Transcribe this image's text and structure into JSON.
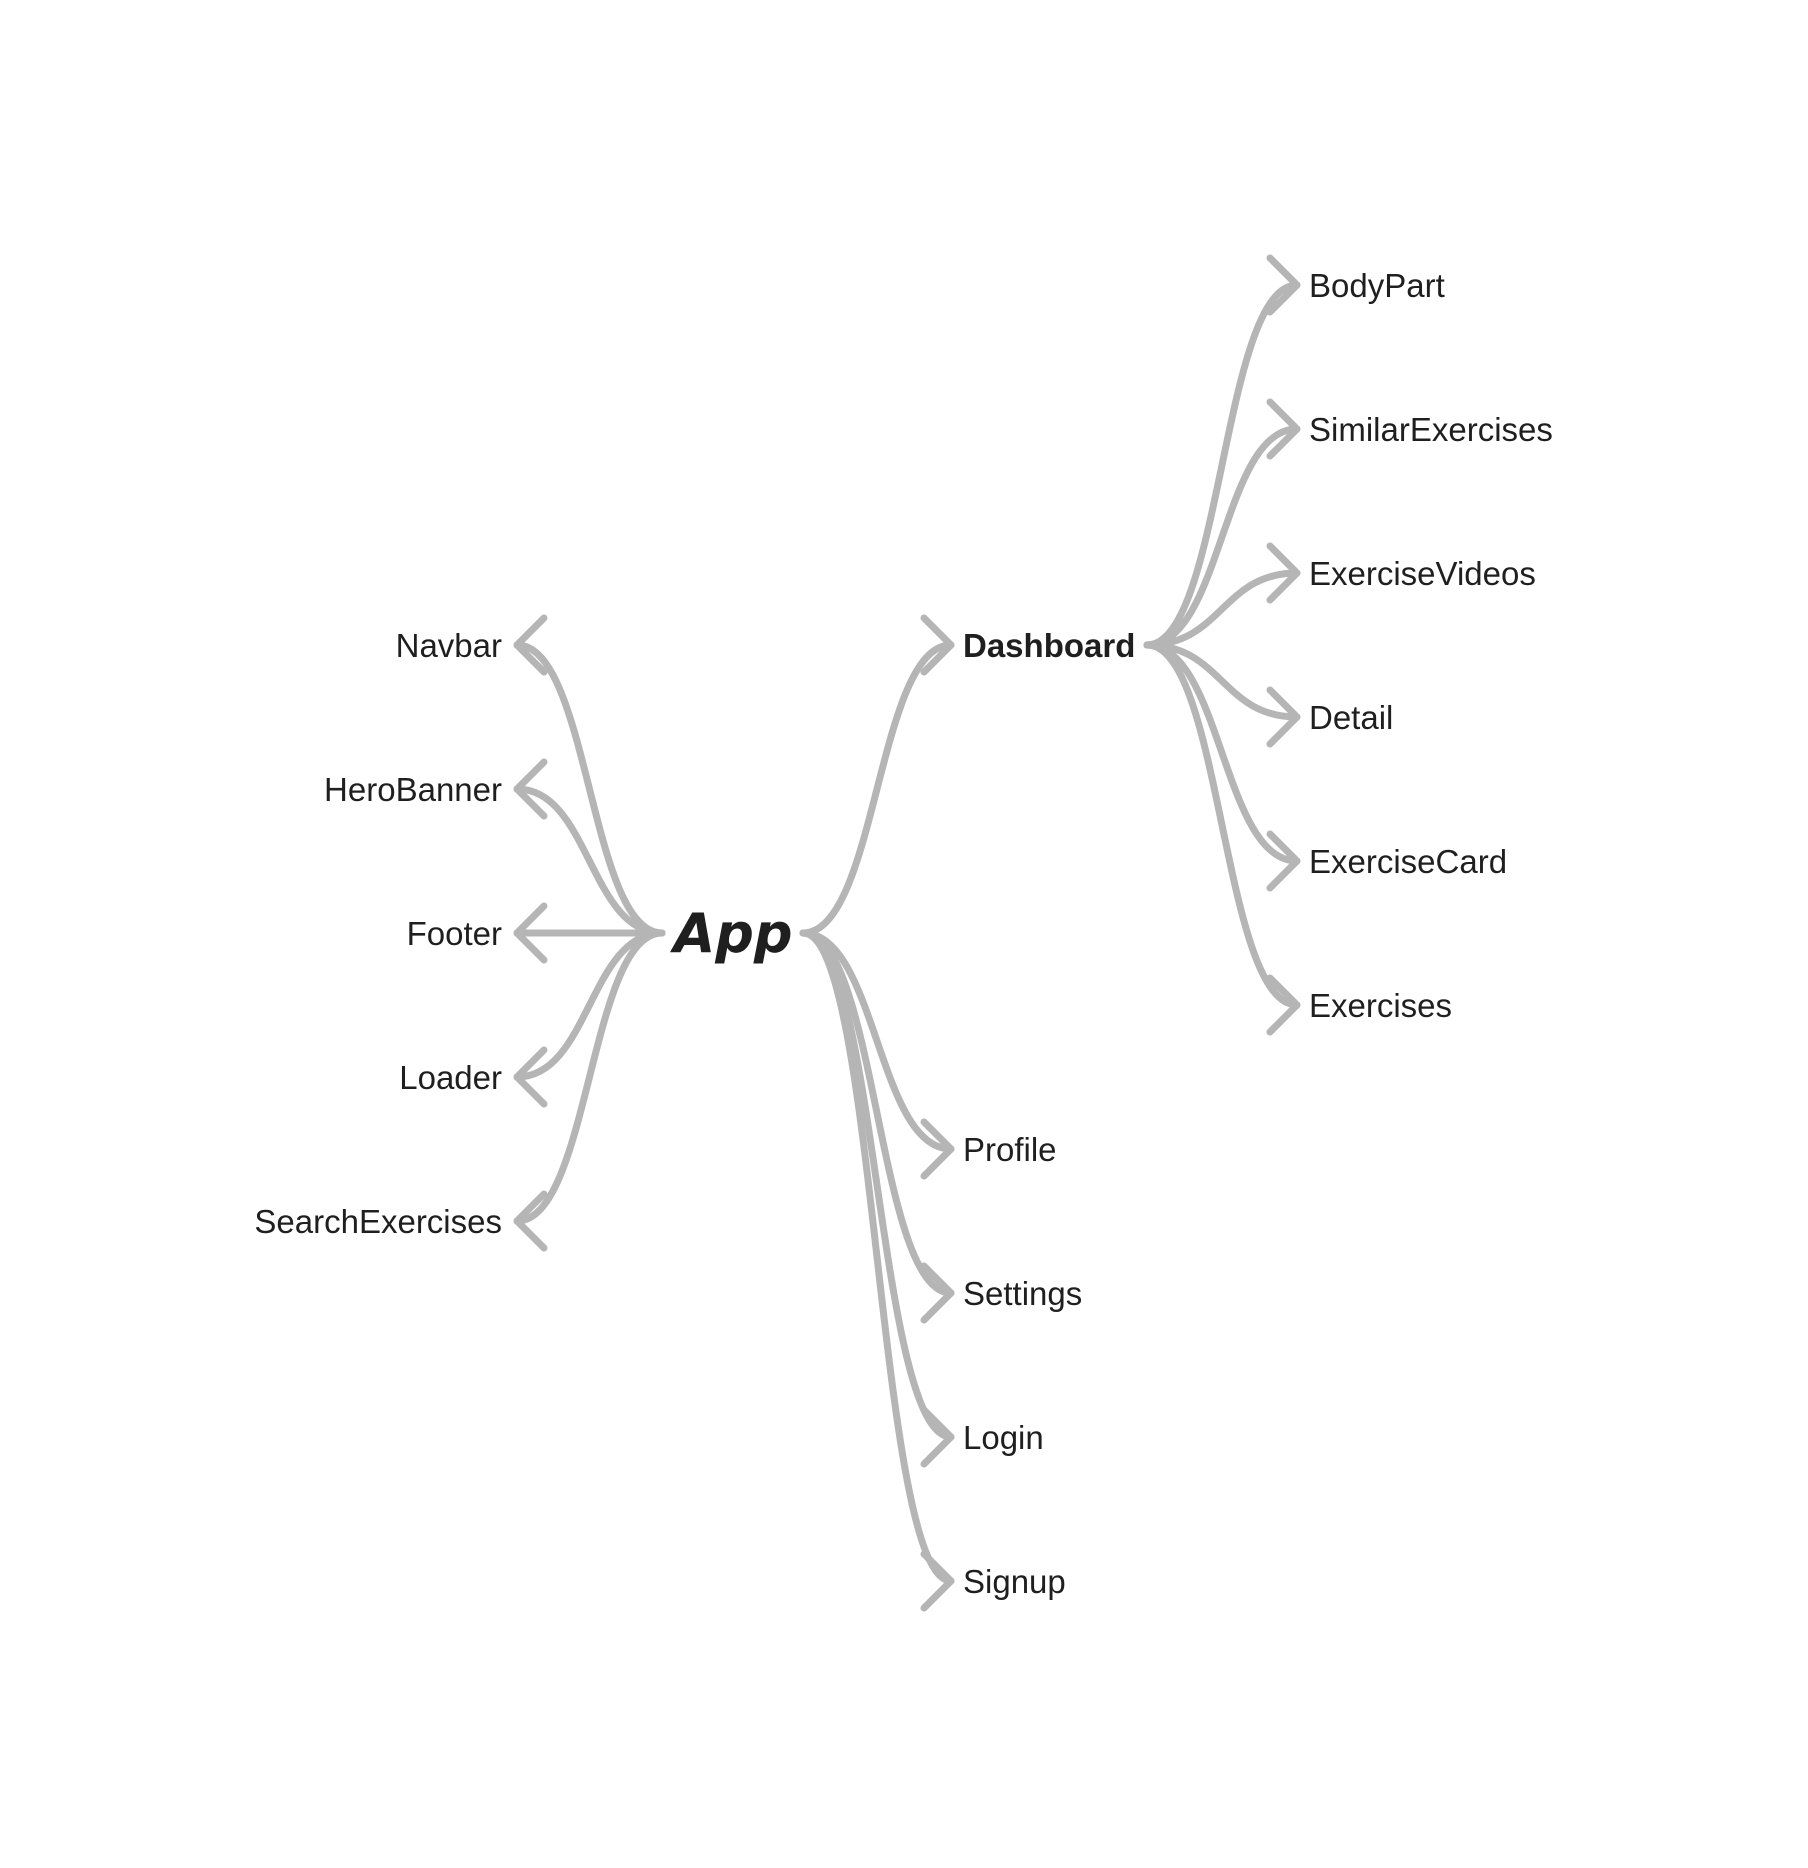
{
  "diagram": {
    "root": "App",
    "left_children": [
      "Navbar",
      "HeroBanner",
      "Footer",
      "Loader",
      "SearchExercises"
    ],
    "right_children": [
      "Dashboard",
      "Profile",
      "Settings",
      "Login",
      "Signup"
    ],
    "dashboard_children": [
      "BodyPart",
      "SimilarExercises",
      "ExerciseVideos",
      "Detail",
      "ExerciseCard",
      "Exercises"
    ],
    "colors": {
      "edge": "#b5b5b5",
      "text": "#1f1f1f",
      "background": "#ffffff"
    }
  }
}
